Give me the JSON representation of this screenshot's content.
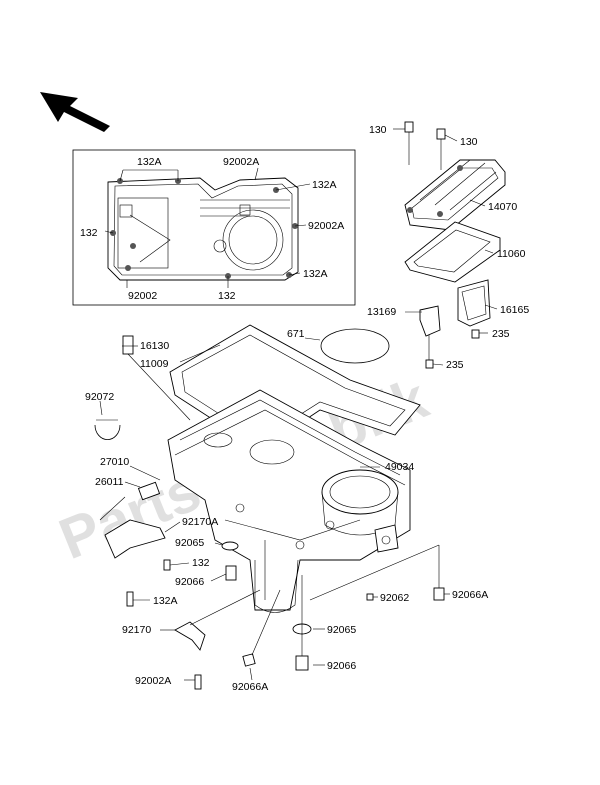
{
  "watermark": "PartsRepublik",
  "labels": {
    "inset": {
      "p132A_top": "132A",
      "p92002A_top": "92002A",
      "p132A_right1": "132A",
      "p132_left": "132",
      "p92002A_right": "92002A",
      "p132A_right2": "132A",
      "p92002_bottom": "92002",
      "p132_bottom": "132"
    },
    "top_right": {
      "p130_left": "130",
      "p130_right": "130",
      "p14070": "14070",
      "p11060": "11060",
      "p16165": "16165",
      "p13169": "13169",
      "p235_a": "235",
      "p235_b": "235"
    },
    "main": {
      "p671": "671",
      "p16130": "16130",
      "p11009": "11009",
      "p92072": "92072",
      "p27010": "27010",
      "p49034": "49034",
      "p26011": "26011",
      "p92170A": "92170A",
      "p92065_a": "92065",
      "p132": "132",
      "p92066_a": "92066",
      "p132A": "132A",
      "p92062": "92062",
      "p92066A_right": "92066A",
      "p92170": "92170",
      "p92065_b": "92065",
      "p92066_b": "92066",
      "p92002A": "92002A",
      "p92066A_bottom": "92066A"
    }
  },
  "icons": {
    "front_arrow": "direction-arrow-icon"
  }
}
